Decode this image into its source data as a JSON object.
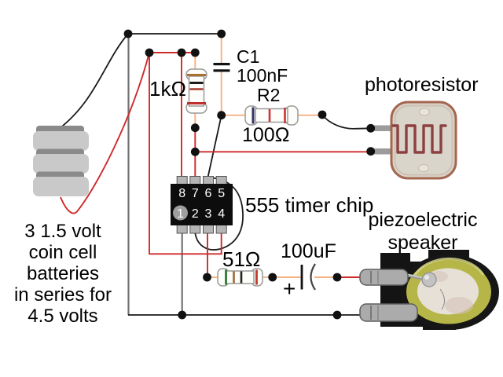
{
  "labels": {
    "battery": "3 1.5 volt\ncoin cell\nbatteries\nin series for\n4.5 volts",
    "resistor_1k": "1kΩ",
    "cap_c1_name": "C1",
    "cap_c1_value": "100nF",
    "resistor_r2_name": "R2",
    "resistor_r2_value": "100Ω",
    "photoresistor": "photoresistor",
    "timer_chip": "555 timer chip",
    "resistor_51": "51Ω",
    "cap_100uf": "100uF",
    "cap_100uf_polarity": "+",
    "speaker": "piezoelectric\nspeaker"
  },
  "chip": {
    "pins_top": [
      "8",
      "7",
      "6",
      "5"
    ],
    "pins_bottom": [
      "1",
      "2",
      "3",
      "4"
    ]
  },
  "colors": {
    "wire_red": "#cf2a2a",
    "wire_black": "#1a1a1a",
    "wire_gray": "#737373",
    "lead_orange": "#f5b183",
    "chip_body": "#0d0d0d",
    "pin_gray": "#b5b5b5",
    "battery_light": "#c9c9c9",
    "battery_dark": "#8a8a8a",
    "ldr_body": "#d9d5cb",
    "ldr_trace": "#8d4040",
    "speaker_brass": "#b6b648",
    "speaker_ceramic": "#e6e0d6"
  }
}
